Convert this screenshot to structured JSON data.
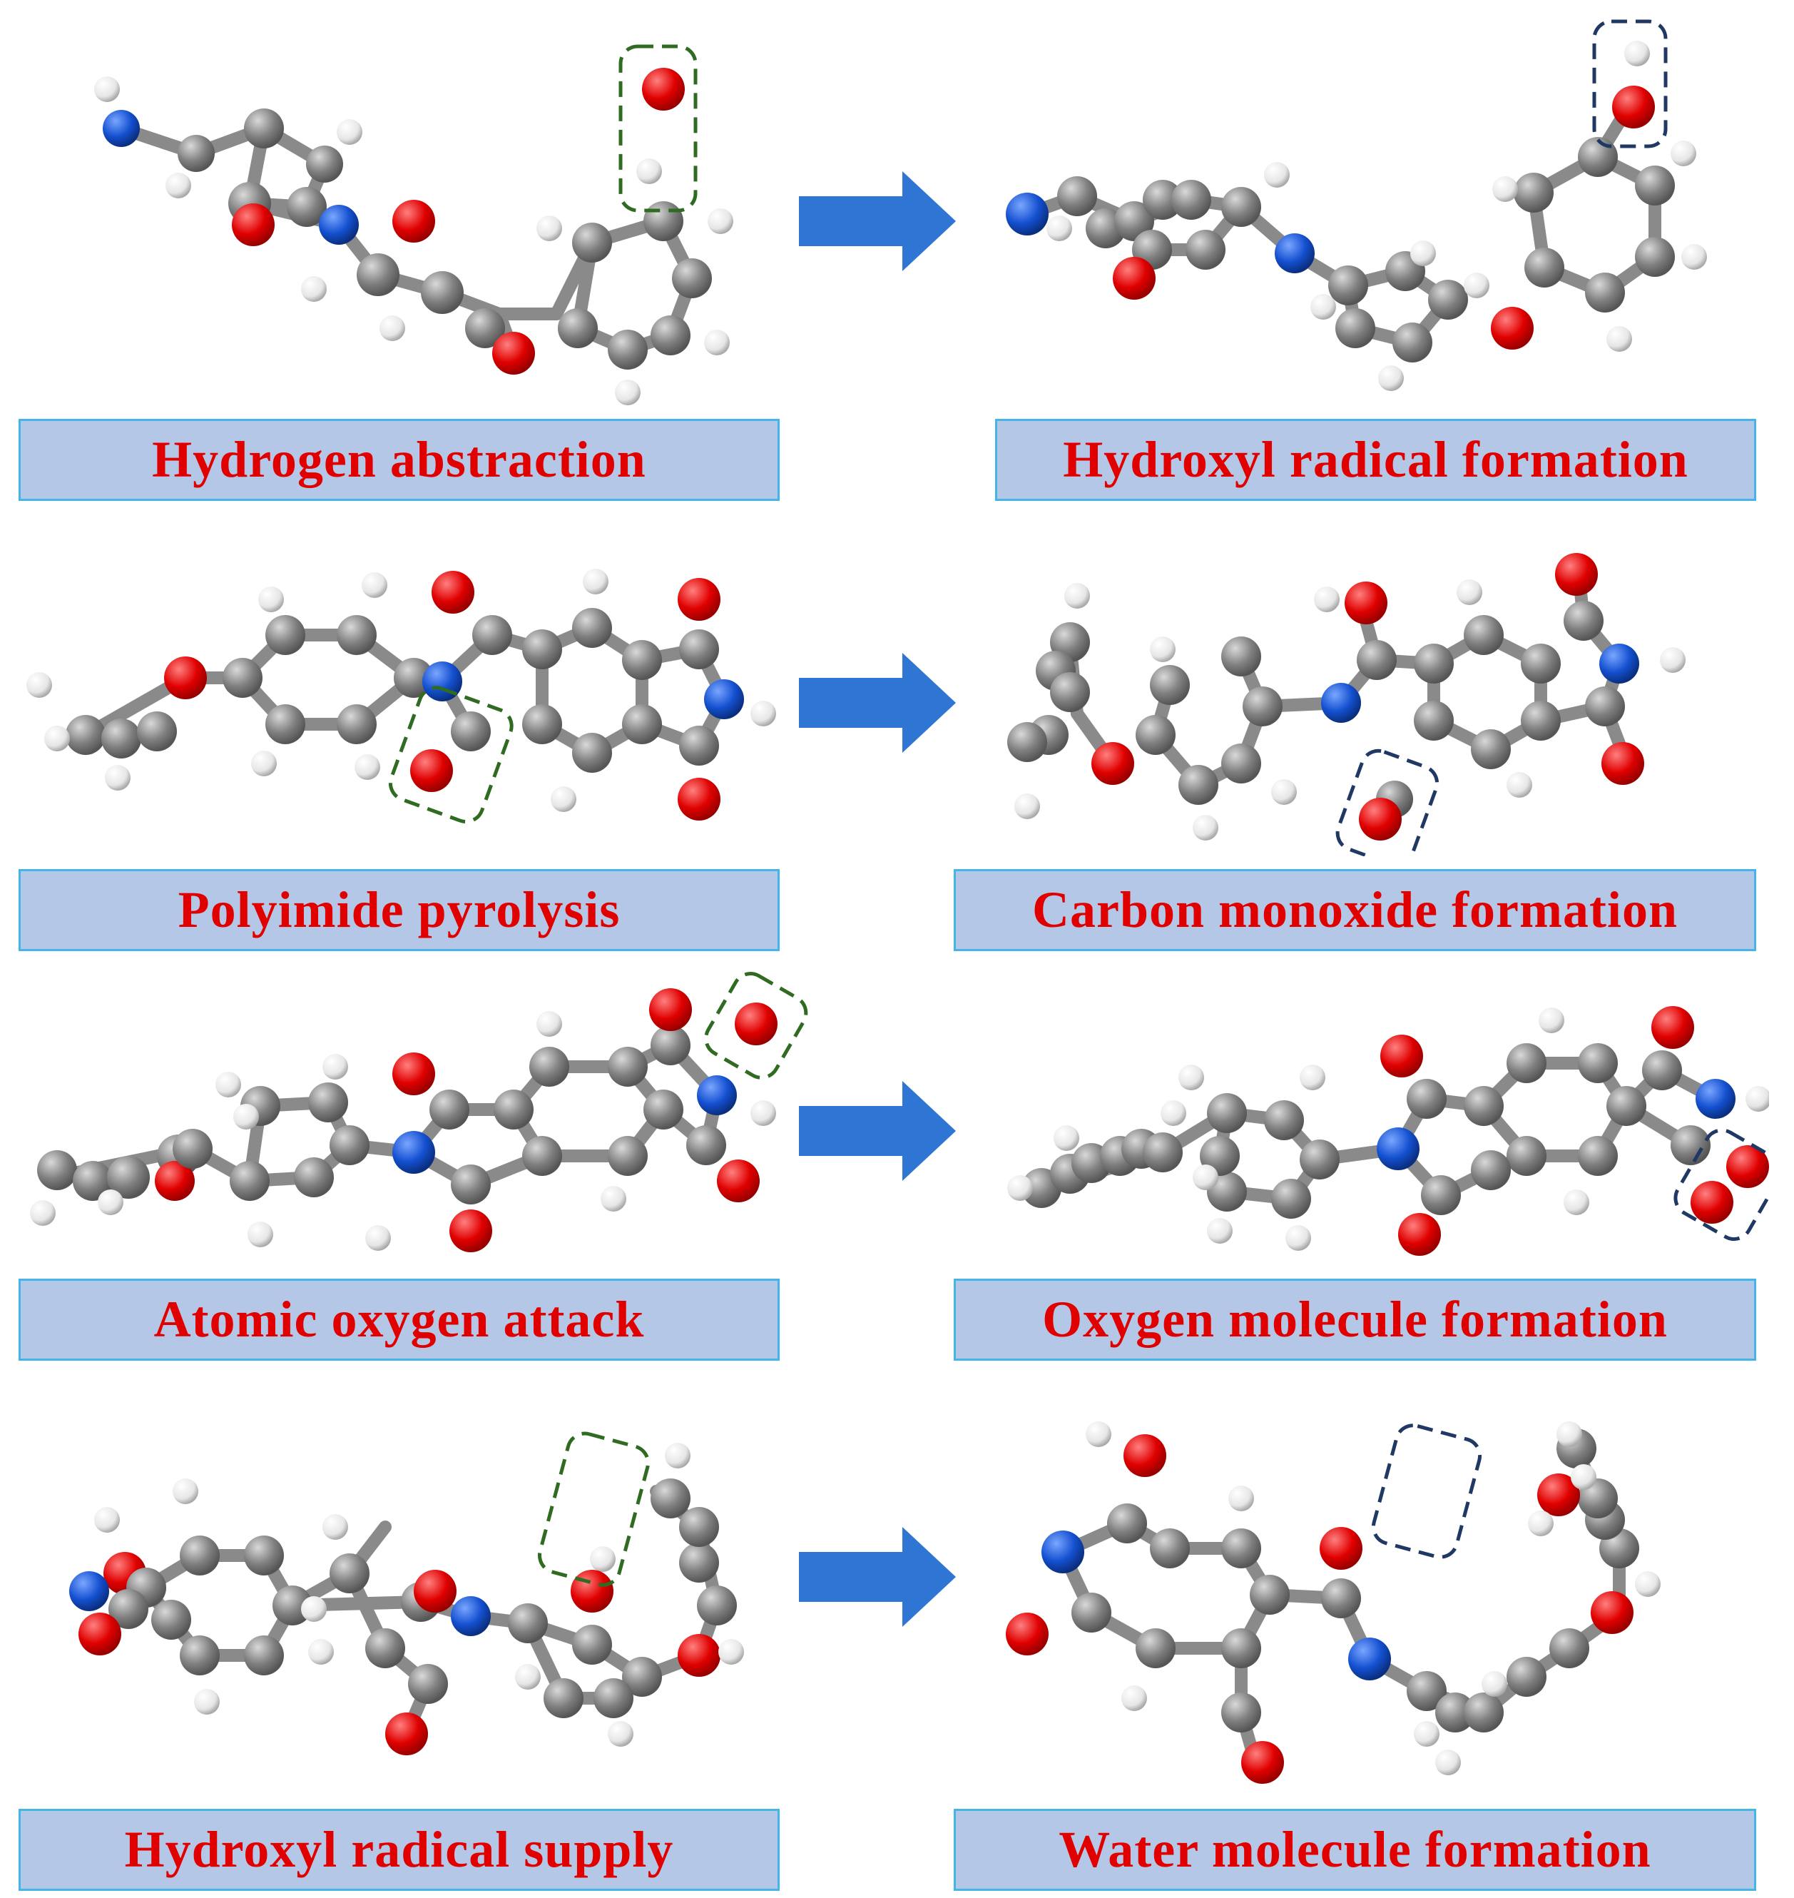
{
  "colors": {
    "carbon": "#7f7f7f",
    "oxygen": "#e00000",
    "nitrogen": "#1450d0",
    "hydrogen": "#f2f2f2",
    "bond": "#8a8a8a",
    "label_bg": "#b4c7e7",
    "label_border": "#45b5e8",
    "label_text": "#e00000",
    "arrow": "#2e75d4",
    "reactant_highlight": "#2f6b20",
    "product_highlight": "#1f3864"
  },
  "rows": [
    {
      "reactant": {
        "label": "Hydrogen abstraction"
      },
      "product": {
        "label": "Hydroxyl radical formation"
      }
    },
    {
      "reactant": {
        "label": "Polyimide pyrolysis"
      },
      "product": {
        "label": "Carbon monoxide formation"
      }
    },
    {
      "reactant": {
        "label": "Atomic oxygen attack"
      },
      "product": {
        "label": "Oxygen molecule formation"
      }
    },
    {
      "reactant": {
        "label": "Hydroxyl radical supply"
      },
      "product": {
        "label": "Water molecule formation"
      }
    }
  ],
  "arrow_icon": "right-block-arrow-icon"
}
